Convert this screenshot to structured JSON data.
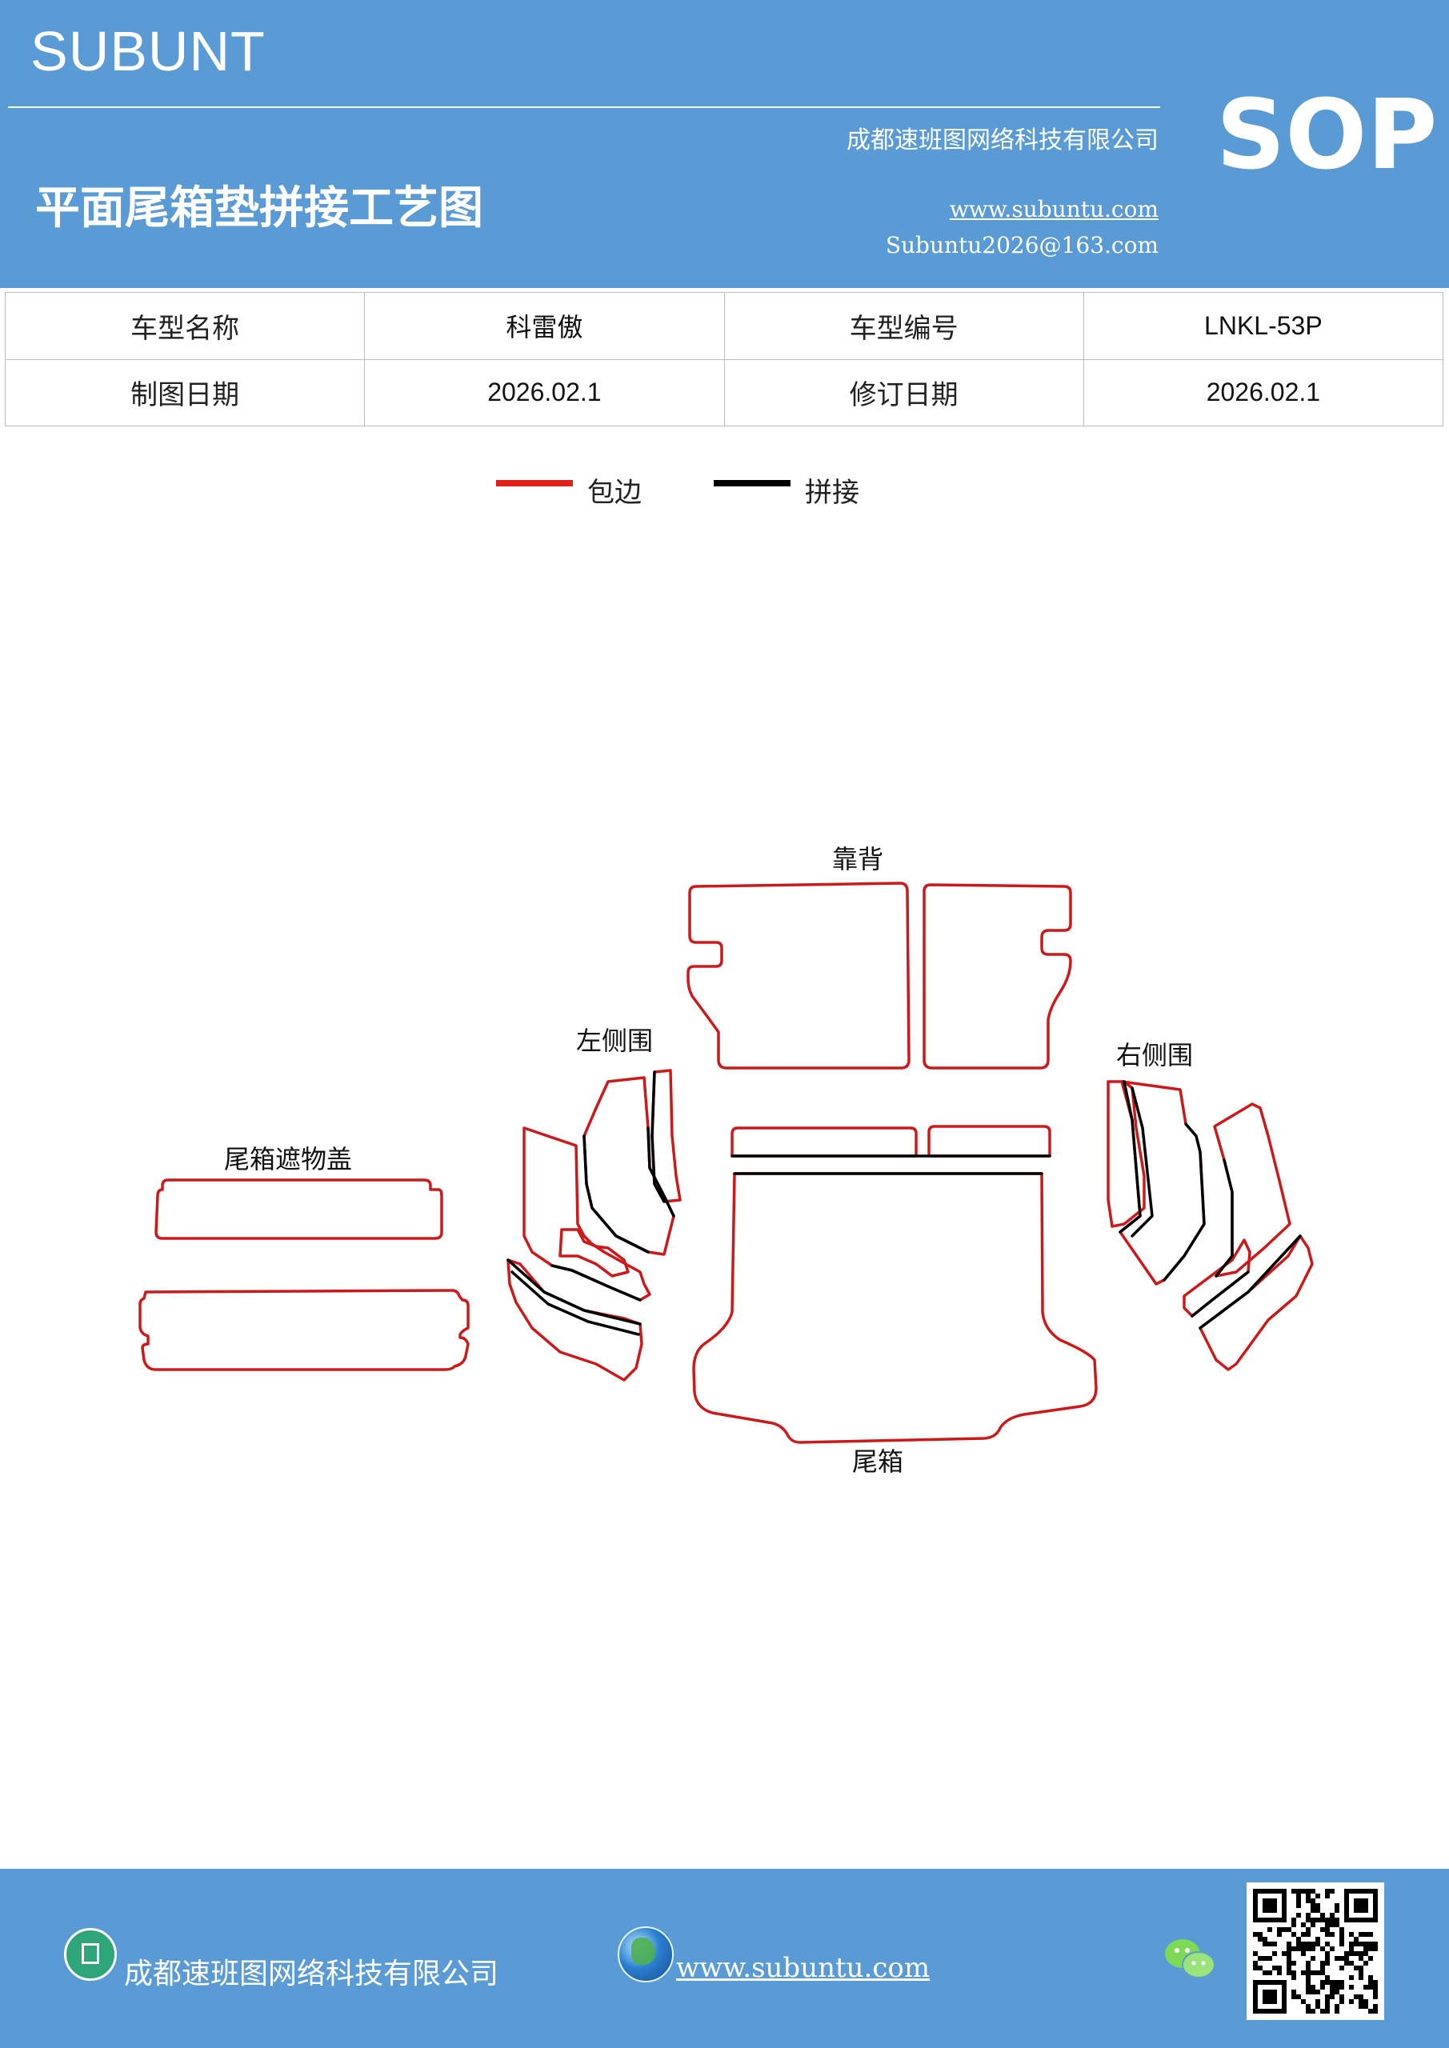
{
  "header": {
    "brand": "SUBUNT",
    "badge": "SOP",
    "company": "成都速班图网络科技有限公司",
    "title": "平面尾箱垫拼接工艺图",
    "url": "www.subuntu.com",
    "email": "Subuntu2026@163.com"
  },
  "info_table": {
    "rows": [
      [
        "车型名称",
        "科雷傲",
        "车型编号",
        "LNKL-53P"
      ],
      [
        "制图日期",
        "2026.02.1",
        "修订日期",
        "2026.02.1"
      ]
    ]
  },
  "legend": [
    {
      "label": "包边",
      "color": "#e0201b"
    },
    {
      "label": "拼接",
      "color": "#000000"
    }
  ],
  "parts": {
    "backrest": "靠背",
    "left_side": "左侧围",
    "right_side": "右侧围",
    "cargo_cover": "尾箱遮物盖",
    "trunk": "尾箱"
  },
  "footer": {
    "company": "成都速班图网络科技有限公司",
    "url": "www.subuntu.com"
  },
  "colors": {
    "header_bg": "#5b9bd5",
    "trim": "#cc1a1a",
    "seam": "#000000"
  },
  "icons": [
    "building-icon",
    "globe-icon",
    "wechat-icon",
    "qr-code"
  ]
}
